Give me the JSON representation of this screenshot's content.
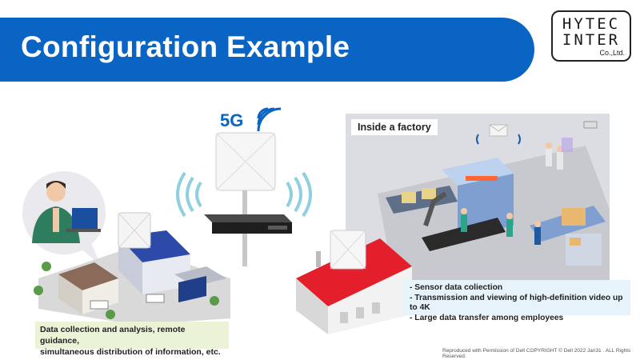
{
  "header": {
    "title": "Configuration Example",
    "banner_color": "#0a64c4"
  },
  "logo": {
    "line1": "HYTEC",
    "line2": "INTER",
    "line3": "Co.,Ltd.",
    "accent_color": "#e87c1e"
  },
  "center": {
    "network_label": "5G"
  },
  "factory": {
    "label": "Inside a factory",
    "features": [
      "- Sensor data coliection",
      "- Transmission and viewing of high-definition video up to 4K",
      "- Large data transfer among employees"
    ]
  },
  "left_caption": {
    "line1": "Data collection and analysis, remote guidance,",
    "line2": "simultaneous distribution of information, etc."
  },
  "footer": {
    "copyright": "Reproduced with Permission of Dell COPYRIGHT © Dell 2022 Jan31 . ALL Rights Reserved."
  }
}
